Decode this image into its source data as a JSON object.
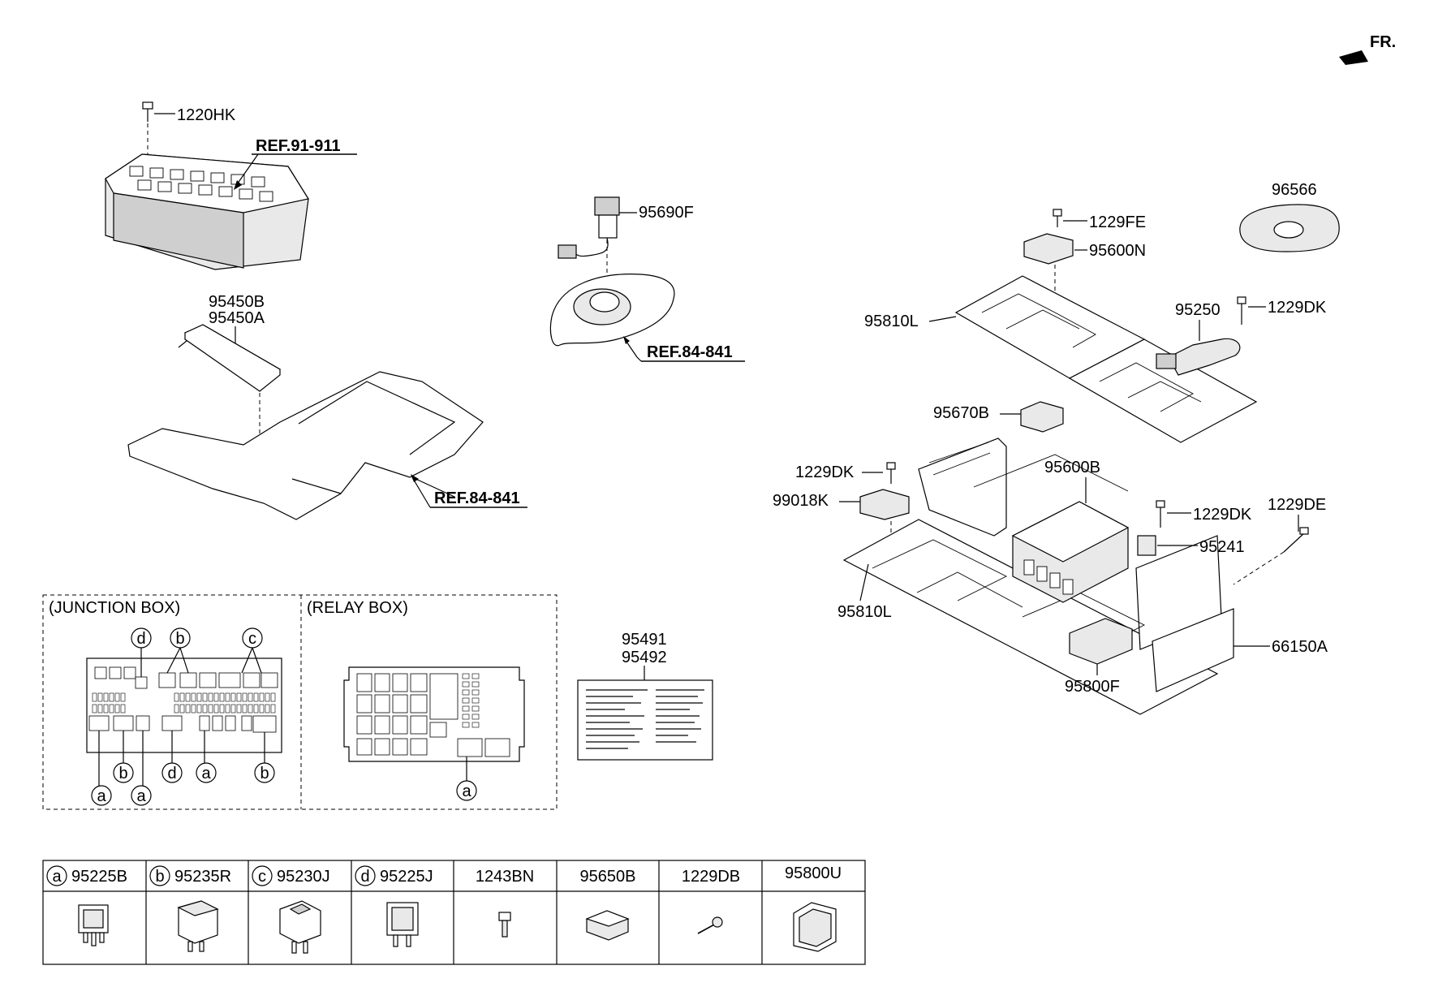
{
  "orientation_label": "FR.",
  "callouts": {
    "p1220HK": "1220HK",
    "ref_91_911": "REF.91-911",
    "p95450B": "95450B",
    "p95450A": "95450A",
    "ref_84_841_a": "REF.84-841",
    "p95690F": "95690F",
    "ref_84_841_b": "REF.84-841",
    "p96566": "96566",
    "p1229FE": "1229FE",
    "p95600N": "95600N",
    "p95810L_top": "95810L",
    "p95250": "95250",
    "p1229DK_top": "1229DK",
    "p95670B": "95670B",
    "p95600B": "95600B",
    "p1229DK_left": "1229DK",
    "p99018K": "99018K",
    "p1229DK_right": "1229DK",
    "p1229DE": "1229DE",
    "p95241": "95241",
    "p95810L_bottom": "95810L",
    "p66150A": "66150A",
    "p95800F": "95800F",
    "p95491": "95491",
    "p95492": "95492"
  },
  "junction_box": {
    "title": "(JUNCTION BOX)",
    "markers_top": [
      "d",
      "b",
      "c"
    ],
    "markers_bottom": [
      "a",
      "b",
      "a",
      "d",
      "a",
      "b"
    ]
  },
  "relay_box": {
    "title": "(RELAY BOX)",
    "markers_bottom": [
      "a"
    ]
  },
  "parts_table": {
    "columns": [
      {
        "marker": "a",
        "part": "95225B",
        "icon": "relay-icon"
      },
      {
        "marker": "b",
        "part": "95235R",
        "icon": "relay-icon"
      },
      {
        "marker": "c",
        "part": "95230J",
        "icon": "relay-icon"
      },
      {
        "marker": "d",
        "part": "95225J",
        "icon": "relay-icon"
      },
      {
        "marker": "",
        "part": "1243BN",
        "icon": "bolt-icon"
      },
      {
        "marker": "",
        "part": "95650B",
        "icon": "module-icon"
      },
      {
        "marker": "",
        "part": "1229DB",
        "icon": "screw-icon"
      },
      {
        "marker": "",
        "part": "95800U",
        "icon": "bracket-icon"
      }
    ]
  }
}
